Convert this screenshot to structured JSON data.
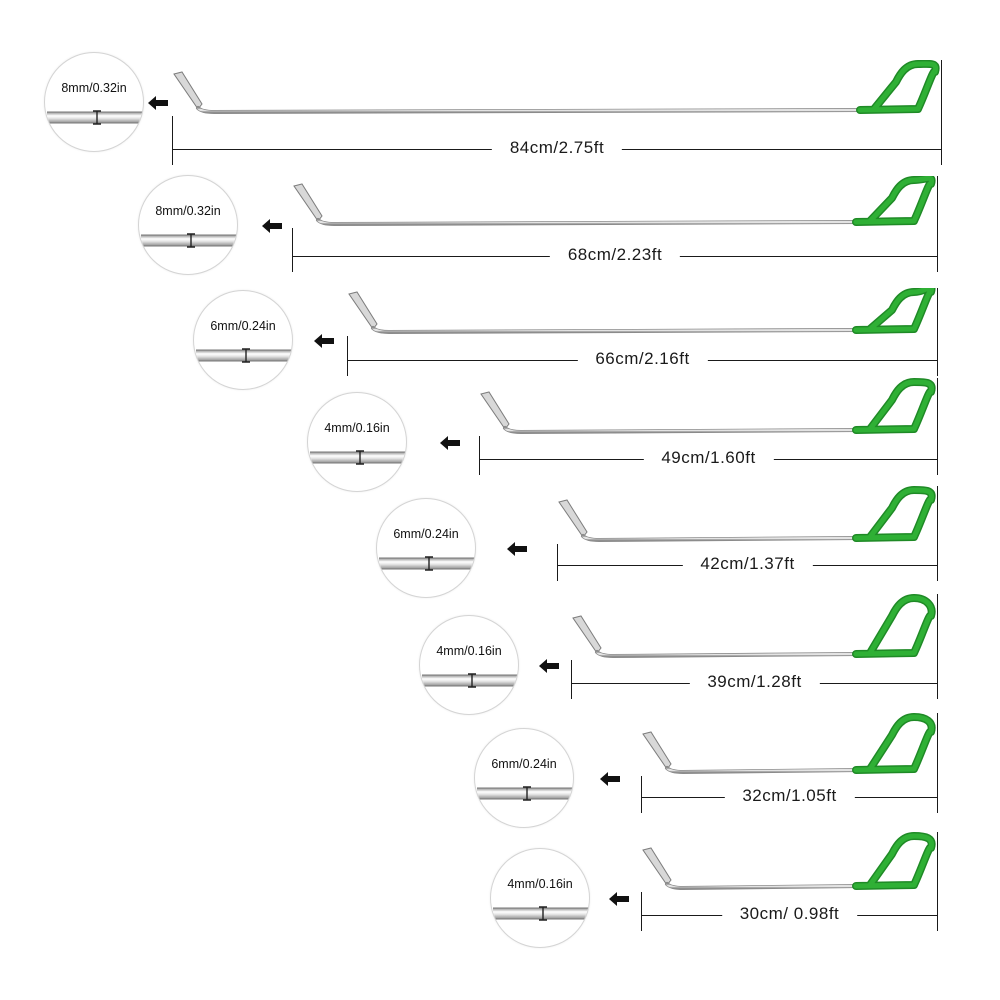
{
  "rods": [
    {
      "diameter": "8mm/0.32in",
      "length": "84cm/2.75ft"
    },
    {
      "diameter": "8mm/0.32in",
      "length": "68cm/2.23ft"
    },
    {
      "diameter": "6mm/0.24in",
      "length": "66cm/2.16ft"
    },
    {
      "diameter": "4mm/0.16in",
      "length": "49cm/1.60ft"
    },
    {
      "diameter": "6mm/0.24in",
      "length": "42cm/1.37ft"
    },
    {
      "diameter": "4mm/0.16in",
      "length": "39cm/1.28ft"
    },
    {
      "diameter": "6mm/0.24in",
      "length": "32cm/1.05ft"
    },
    {
      "diameter": "4mm/0.16in",
      "length": "30cm/ 0.98ft"
    }
  ],
  "colors": {
    "handle": "#2fb035",
    "handle_dark": "#1f8a26",
    "rod_light": "#e9e9e9",
    "rod_dark": "#8f8f8f",
    "line": "#1a1a1a"
  }
}
